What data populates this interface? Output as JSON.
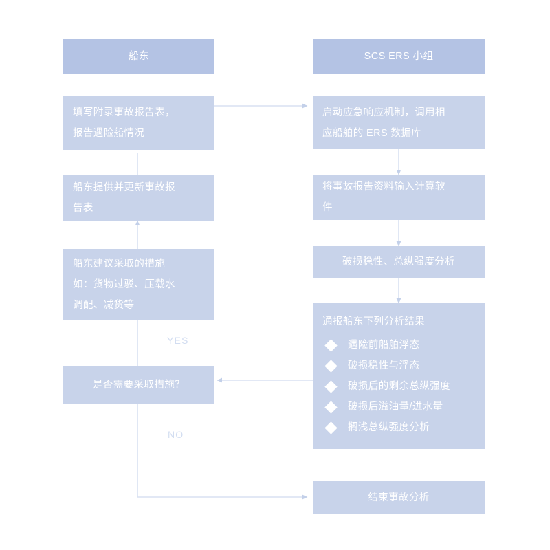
{
  "diagram": {
    "title_owner": "船东",
    "title_team": "SCS ERS 小组",
    "lane_left": {
      "header": "船东",
      "nodes": [
        {
          "id": "fill-report",
          "text": "填写附录事故报告表，\n报告遇险船情况"
        },
        {
          "id": "owner-update",
          "text": "船东提供并更新事故报\n告表"
        },
        {
          "id": "owner-measures",
          "text": "船东建议采取的措施\n如：货物过驳、压载水\n调配、减货等"
        },
        {
          "id": "decision-measures",
          "text": "是否需要采取措施？"
        }
      ]
    },
    "lane_right": {
      "header": "SCS ERS 小组",
      "nodes": [
        {
          "id": "start-emergency",
          "text": "启动应急响应机制，调用相\n应船舶的 ERS 数据库"
        },
        {
          "id": "input-software",
          "text": "将事故报告资料输入计算软\n件"
        },
        {
          "id": "damage-analysis",
          "text": "破损稳性、总纵强度分析"
        },
        {
          "id": "report-results",
          "text": "通报船东下列分析结果"
        },
        {
          "id": "end-analysis",
          "text": "结束事故分析"
        }
      ]
    },
    "results_bullets": [
      "遇险前船舶浮态",
      "破损稳性与浮态",
      "破损后的剩余总纵强度",
      "破损后溢油量/进水量",
      "搁浅总纵强度分析"
    ],
    "edge_labels": {
      "yes": "YES",
      "no": "NO"
    },
    "colors": {
      "header_fill": "#b4c3e4",
      "box_fill": "#c8d3ea",
      "text": "#ffffff",
      "connector": "#d8e1f2",
      "label_text": "#d2ddf1",
      "background": "#ffffff"
    }
  }
}
